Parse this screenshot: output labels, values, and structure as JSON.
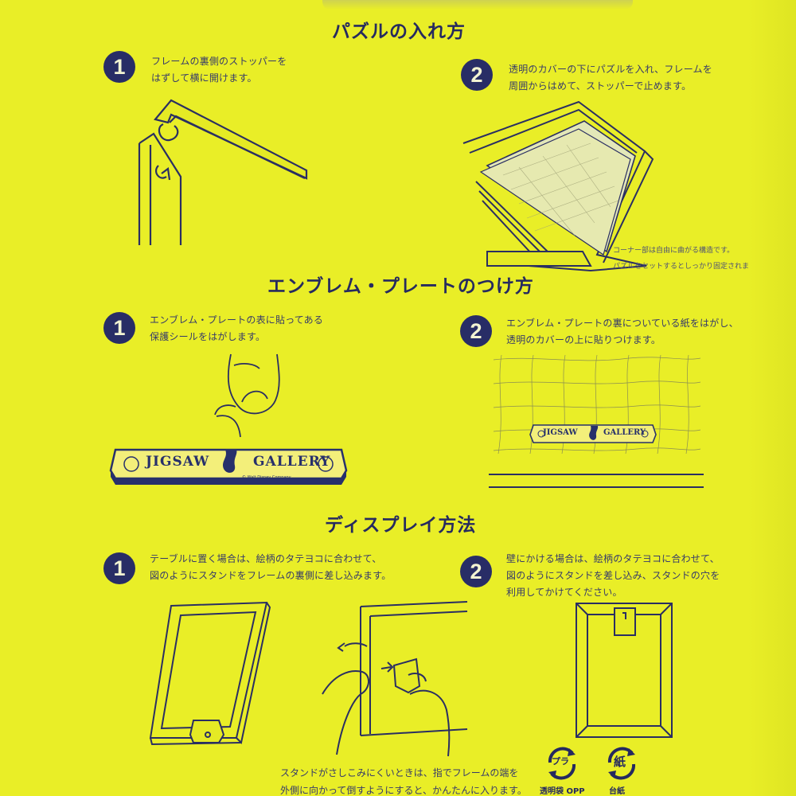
{
  "sections": [
    {
      "title": "パズルの入れ方",
      "steps": [
        {
          "num": "1",
          "text": "フレームの裏側のストッパーを\nはずして横に開けます。"
        },
        {
          "num": "2",
          "text": "透明のカバーの下にパズルを入れ、フレームを\n周囲からはめて、ストッパーで止めます。"
        }
      ],
      "notes": [
        "コーナー部は自由に曲がる構造です。",
        "パズルをセットするとしっかり固定されま"
      ]
    },
    {
      "title": "エンブレム・プレートのつけ方",
      "steps": [
        {
          "num": "1",
          "text": "エンブレム・プレートの表に貼ってある\n保護シールをはがします。"
        },
        {
          "num": "2",
          "text": "エンブレム・プレートの裏についている紙をはがし、\n透明のカバーの上に貼りつけます。"
        }
      ],
      "plate": {
        "left_word": "JIGSAW",
        "right_word": "GALLERY",
        "copyright": "© Walt Disney Company"
      }
    },
    {
      "title": "ディスプレイ方法",
      "steps": [
        {
          "num": "1",
          "text": "テーブルに置く場合は、絵柄のタテヨコに合わせて、\n図のようにスタンドをフレームの裏側に差し込みます。"
        },
        {
          "num": "2",
          "text": "壁にかける場合は、絵柄のタテヨコに合わせて、\n図のようにスタンドを差し込み、スタンドの穴を\n利用してかけてください。"
        }
      ],
      "bottom_note": "スタンドがさしこみにくいときは、指でフレームの端を\n外側に向かって倒すようにすると、かんたんに入ります。"
    }
  ],
  "recycle": [
    {
      "icon": "pla-recycle-icon",
      "mark": "プラ",
      "label": "透明袋 OPP"
    },
    {
      "icon": "paper-recycle-icon",
      "mark": "紙",
      "label": "台紙"
    }
  ],
  "colors": {
    "background": "#e9ee27",
    "ink": "#24285e",
    "plate": "#f3ef7a"
  }
}
